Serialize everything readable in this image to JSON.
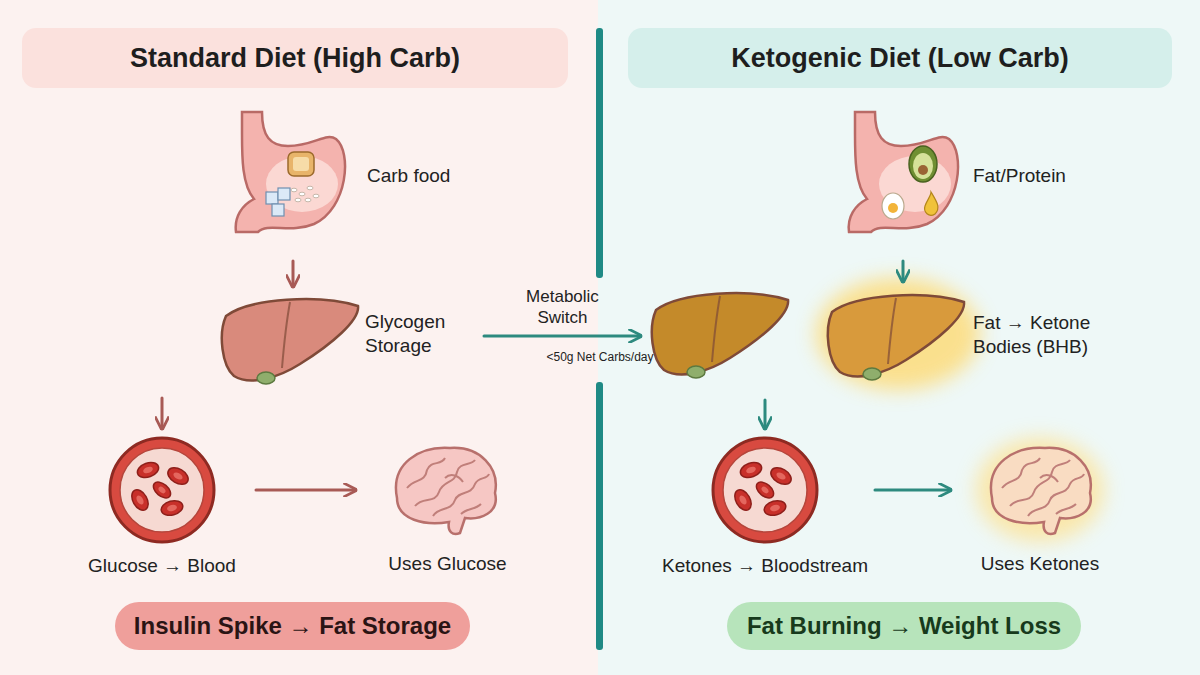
{
  "diagram": {
    "nodes": [
      {
        "text": [
          "Standard Diet (High Carb)"
        ]
      },
      {
        "text": [
          "Carb food"
        ]
      },
      {
        "text": [
          "Glycogen Storage"
        ]
      },
      {
        "text": [
          "Glucose → Blood"
        ]
      },
      {
        "text": [
          "Uses Glucose"
        ]
      },
      {
        "text": [
          "Insulin Spike → Fat Storage"
        ]
      },
      {
        "text": [
          "Ketogenic Diet (Low Carb)"
        ]
      },
      {
        "text": [
          "Fat/Protein"
        ]
      },
      {
        "text": [
          "Fat → Ketone Bodies (BHB)"
        ]
      },
      {
        "text": [
          "Ketones → Bloodstream"
        ]
      },
      {
        "text": [
          "Uses Ketones"
        ]
      },
      {
        "text": [
          "Fat Burning → Weight Loss"
        ]
      }
    ],
    "edges": [
      {
        "from": 1,
        "to": 2,
        "arrow": "to"
      },
      {
        "from": 2,
        "to": 3,
        "arrow": "to"
      },
      {
        "from": 3,
        "to": 4,
        "arrow": "to"
      },
      {
        "from": 7,
        "to": 8,
        "arrow": "to"
      },
      {
        "from": 8,
        "to": 9,
        "arrow": "to"
      },
      {
        "from": 9,
        "to": 10,
        "arrow": "to"
      },
      {
        "from": 2,
        "to": 8,
        "label": "Metabolic Switch",
        "arrow": "to"
      }
    ],
    "labels": [
      "<50g Net Carbs/day"
    ]
  }
}
